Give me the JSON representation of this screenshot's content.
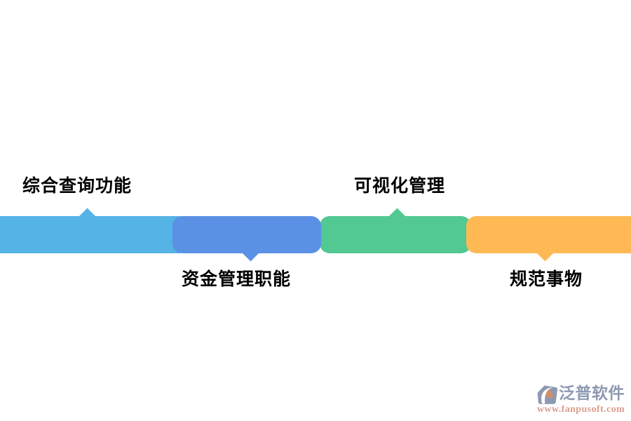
{
  "page": {
    "background": "#ffffff"
  },
  "chart": {
    "type": "segmented-process-bar",
    "segments": [
      {
        "label": "综合查询功能",
        "color": "#56B3E5",
        "label_position": "above"
      },
      {
        "label": "资金管理职能",
        "color": "#5A91E4",
        "label_position": "below"
      },
      {
        "label": "可视化管理",
        "color": "#52C892",
        "label_position": "above"
      },
      {
        "label": "规范事物",
        "color": "#FEB954",
        "label_position": "below"
      }
    ],
    "label_color": "#000000"
  },
  "watermark": {
    "brand": "泛普软件",
    "url": "www.fanpusoft.com",
    "brand_color": "#8E99B1",
    "url_color": "#DC9E8C",
    "logo_body_color": "#8E99B1",
    "logo_accent_color": "#D98E62"
  }
}
